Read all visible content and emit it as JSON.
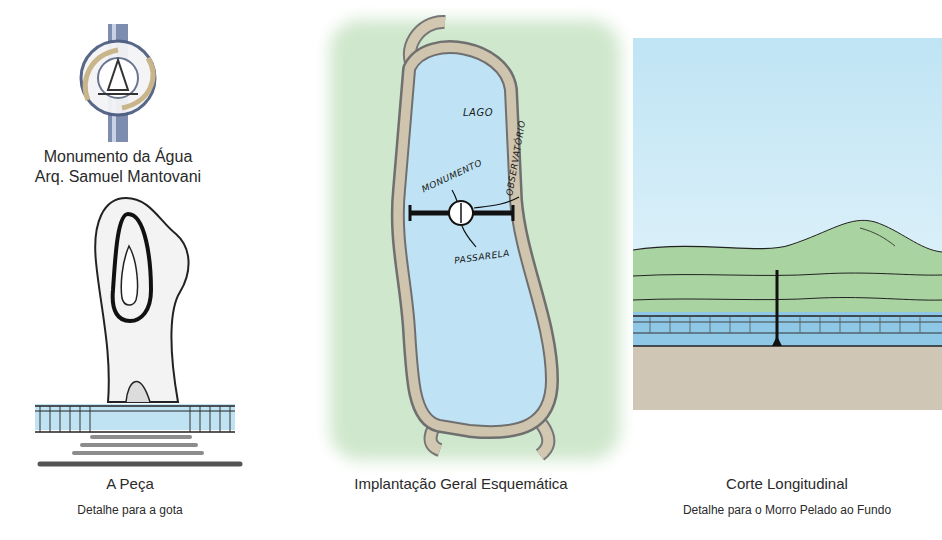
{
  "diagram": {
    "title": "Monumento da Água",
    "nodes": [
      {
        "text": [
          "LAGO"
        ]
      }
    ],
    "labels": [
      "Arq. Samuel Mantovani",
      "MONUMENTO",
      "OBSERVATÓRIO",
      "PASSARELA",
      "A Peça",
      "Detalhe para a gota",
      "Implantação Geral Esquemática",
      "Corte Longitudinal",
      "Detalhe para o Morro Pelado ao Fundo"
    ]
  }
}
